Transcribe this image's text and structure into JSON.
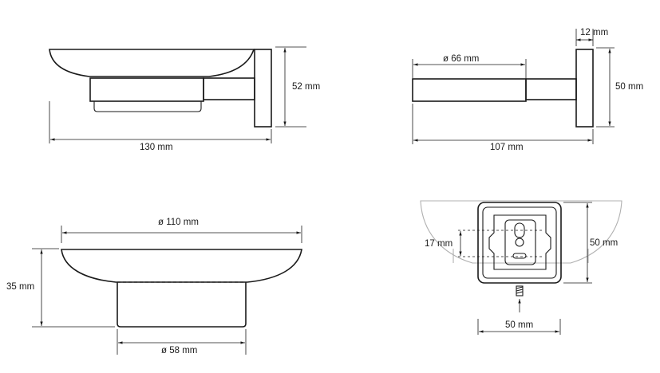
{
  "views": {
    "side": {
      "width_label": "130 mm",
      "height_label": "52 mm"
    },
    "top": {
      "rod_label": "ø 66 mm",
      "length_label": "107 mm",
      "plate_thickness_label": "12 mm",
      "height_label": "50 mm"
    },
    "front": {
      "dish_diameter_label": "ø 110 mm",
      "holder_diameter_label": "ø 58 mm",
      "height_label": "35 mm"
    },
    "back": {
      "hole_spacing_label": "17 mm",
      "plate_height_label": "50 mm",
      "plate_width_label": "50 mm"
    }
  }
}
